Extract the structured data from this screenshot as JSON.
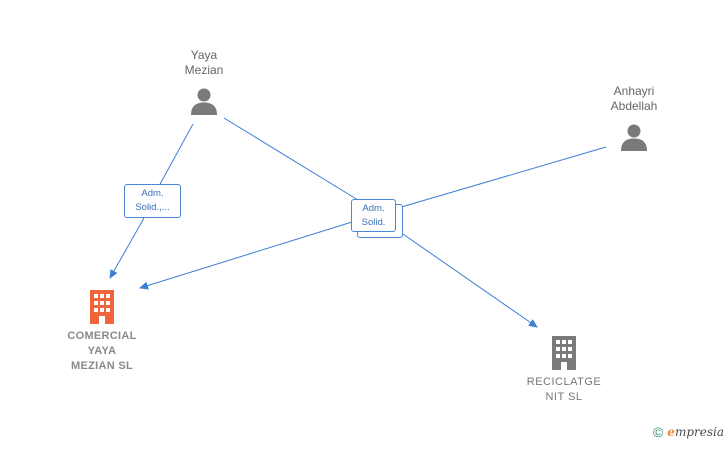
{
  "nodes": {
    "yaya": {
      "line1": "Yaya",
      "line2": "Mezian"
    },
    "anhayri": {
      "line1": "Anhayri",
      "line2": "Abdellah"
    },
    "comercial": {
      "line1": "COMERCIAL",
      "line2": "YAYA",
      "line3": "MEZIAN  SL"
    },
    "reciclatge": {
      "line1": "RECICLATGE",
      "line2": "NIT  SL"
    }
  },
  "relations": {
    "badge1": {
      "line1": "Adm.",
      "line2": "Solid.,..."
    },
    "badge2": {
      "line1": "Adm.",
      "line2": "Solid."
    }
  },
  "colors": {
    "edge": "#3d7fd6",
    "person_icon": "#7a7a7a",
    "main_company_icon": "#f0653a",
    "company_icon": "#7a7a7a"
  },
  "watermark": {
    "copyright": "©",
    "brand_initial": "e",
    "brand_rest": "mpresia"
  }
}
